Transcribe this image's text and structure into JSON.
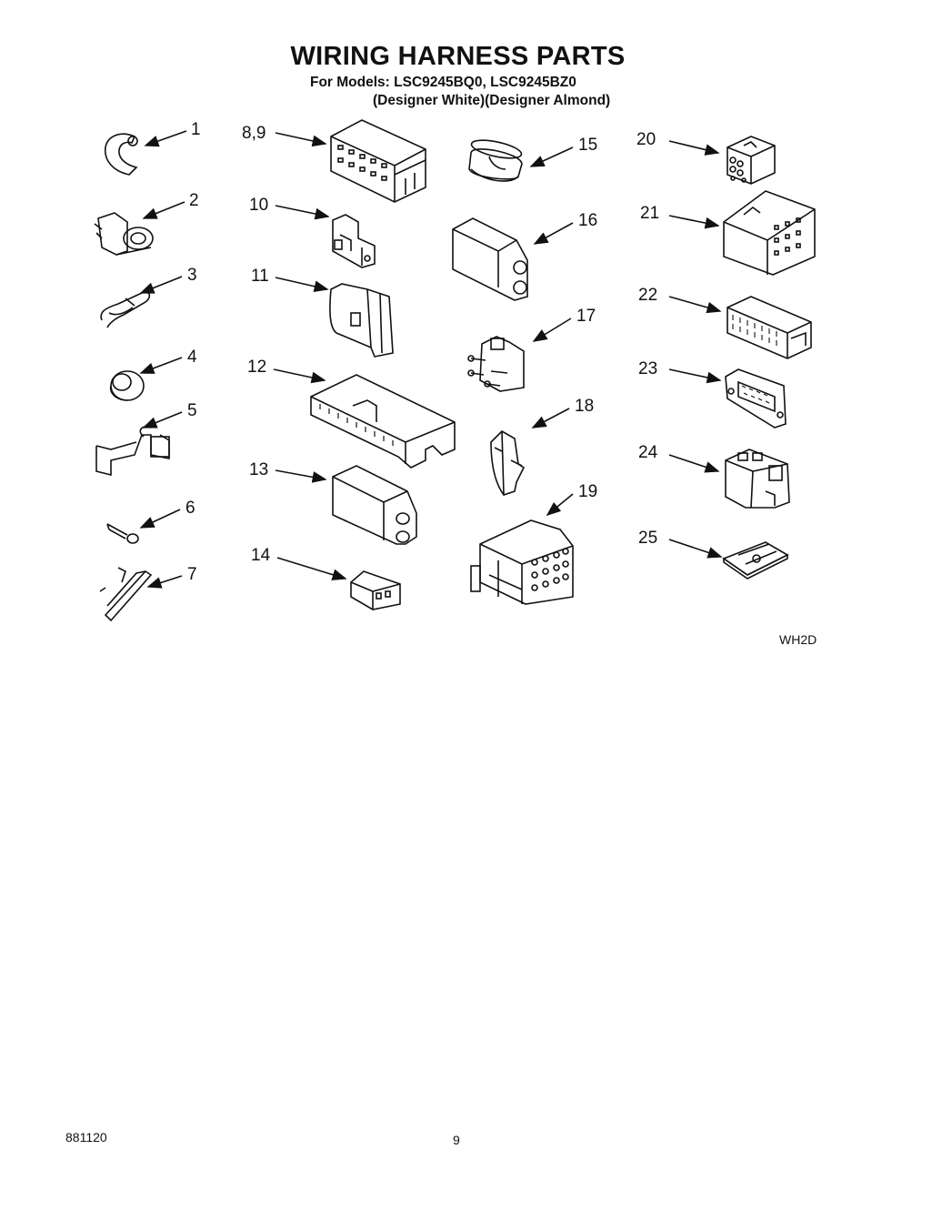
{
  "header": {
    "title": "WIRING HARNESS PARTS",
    "models": "For Models: LSC9245BQ0, LSC9245BZ0",
    "descriptions": "(Designer White)(Designer Almond)"
  },
  "callouts": [
    "1",
    "2",
    "3",
    "4",
    "5",
    "6",
    "7",
    "8,9",
    "10",
    "11",
    "12",
    "13",
    "14",
    "15",
    "16",
    "17",
    "18",
    "19",
    "20",
    "21",
    "22",
    "23",
    "24",
    "25"
  ],
  "figure_code": "WH2D",
  "footer": {
    "date_code": "881120",
    "page_number": "9"
  }
}
